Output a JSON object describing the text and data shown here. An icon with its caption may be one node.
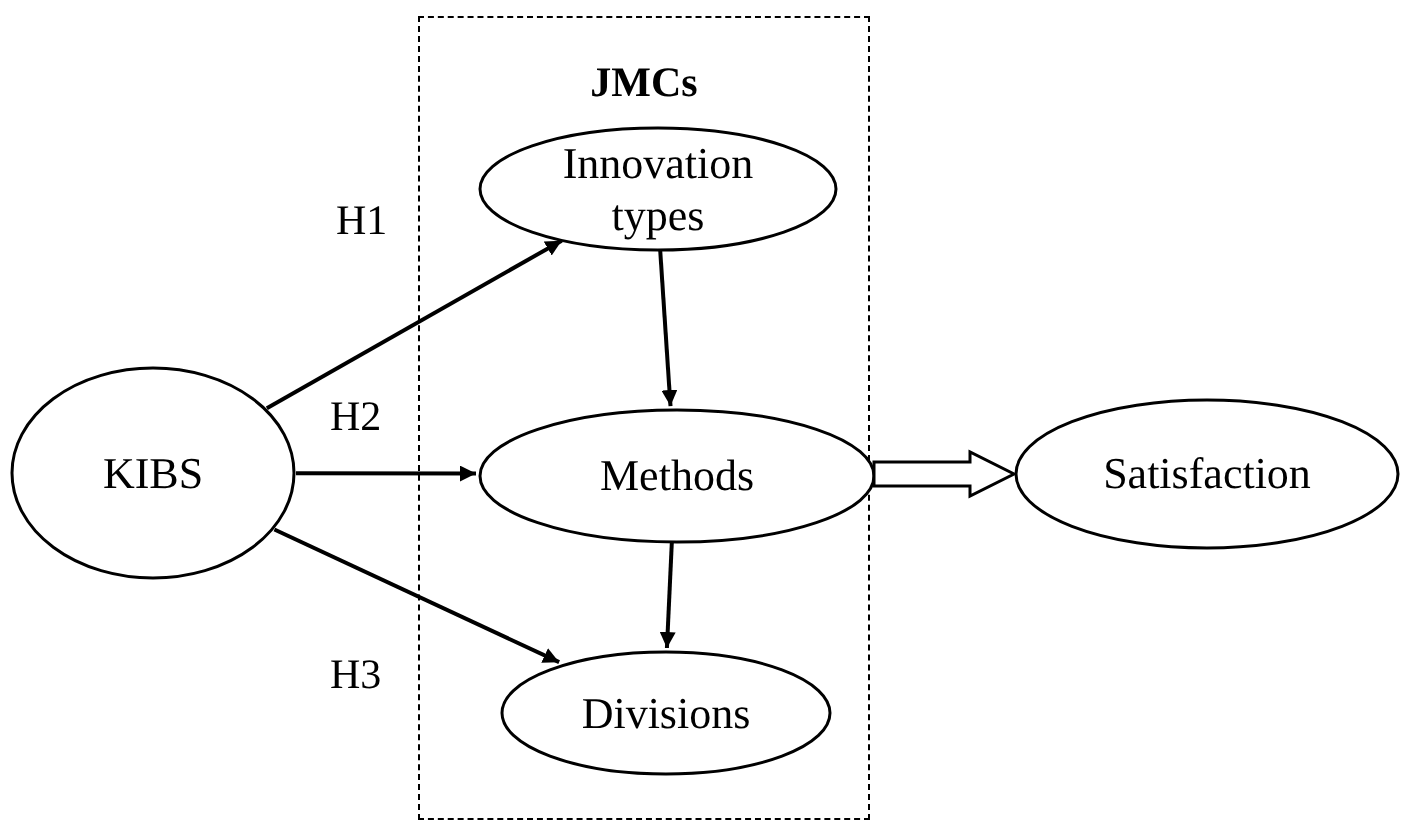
{
  "diagram": {
    "nodes": [
      {
        "text": [
          "JMCs"
        ]
      },
      {
        "text": [
          "Innovation types"
        ],
        "in": 0
      },
      {
        "text": [
          "KIBS"
        ]
      },
      {
        "text": [
          "Methods"
        ],
        "in": 0
      },
      {
        "text": [
          "Satisfaction"
        ]
      },
      {
        "text": [
          "Divisions"
        ],
        "in": 0
      }
    ],
    "edges": [
      {
        "from": 2,
        "to": 1,
        "arrow": "to",
        "label": "H1"
      },
      {
        "from": 2,
        "to": 3,
        "arrow": "to",
        "label": "H2"
      },
      {
        "from": 2,
        "to": 5,
        "arrow": "to",
        "label": "H3"
      },
      {
        "from": 1,
        "to": 3,
        "arrow": "to"
      },
      {
        "from": 3,
        "to": 5,
        "arrow": "to"
      },
      {
        "from": 3,
        "to": 4,
        "arrow": "to",
        "style": "thick"
      }
    ]
  }
}
